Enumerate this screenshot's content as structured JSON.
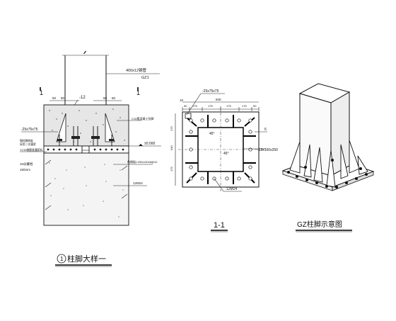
{
  "detail_1": {
    "pipe_label": "400x12钢管",
    "pipe_tag": "GZ1",
    "section_mark_left": "1",
    "section_mark_right": "1",
    "dim_50_a": "50",
    "dim_50_b": "50",
    "dim_50_c": "50",
    "dim_50_d": "50",
    "plate_thk": "-12",
    "concrete_note": "C15素混凝土包脚",
    "stiffener": "-25x75x75",
    "note_1a": "钢柱脚底板",
    "note_1b": "采用二次灌浆",
    "note_2": "YC30微膨胀灌浆料",
    "note_3a": "10@螺栓",
    "note_3b": "150mm",
    "elevation": "±0.000",
    "embedded_plate": "角钢板L150x100x8@10",
    "bolt_spec": "12M24",
    "title_number": "1",
    "title": "柱脚大样一"
  },
  "section_11": {
    "dim_175_a": "175",
    "dim_175_b": "175",
    "dim_175_c": "175",
    "dim_175_d": "175",
    "dim_840": "840",
    "dim_50_a": "50",
    "dim_50_b": "50",
    "dim_side_a": "175",
    "dim_side_b": "175",
    "dim_side_c": "640",
    "mark_10": "10",
    "stiffener": "-25x75x75",
    "angle_a": "45°",
    "angle_b": "45°",
    "mark_6": "6",
    "rib_plate": "-12x100x250",
    "bolt_spec": "12M24",
    "title": "1-1"
  },
  "view_3d": {
    "title": "GZ柱脚示意图"
  }
}
